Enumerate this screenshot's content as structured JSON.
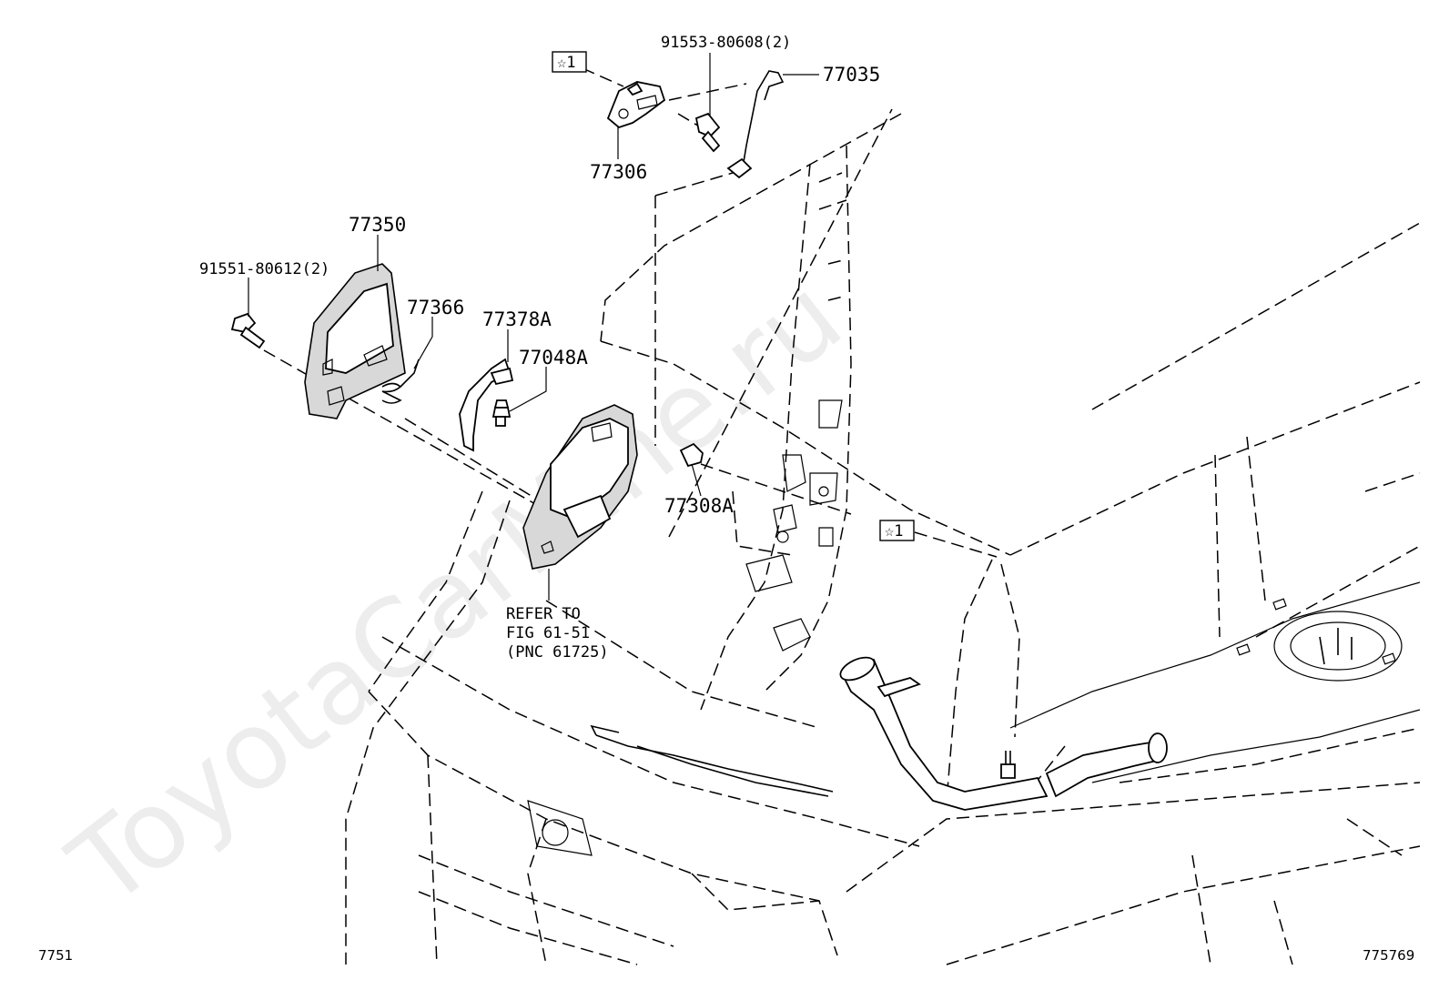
{
  "parts": {
    "p91553": "91553-80608(2)",
    "p77035": "77035",
    "p77306": "77306",
    "p77350": "77350",
    "p91551": "91551-80612(2)",
    "p77366": "77366",
    "p77378A": "77378A",
    "p77048A": "77048A",
    "p77308A": "77308A"
  },
  "refer": {
    "line1": "REFER TO",
    "line2": "FIG 61-51",
    "line3": "(PNC 61725)"
  },
  "markers": {
    "star_top": "☆1",
    "star_right": "☆1"
  },
  "watermark": "ToyotaCarMine.ru",
  "corner": {
    "left": "7751",
    "right": "775769"
  }
}
